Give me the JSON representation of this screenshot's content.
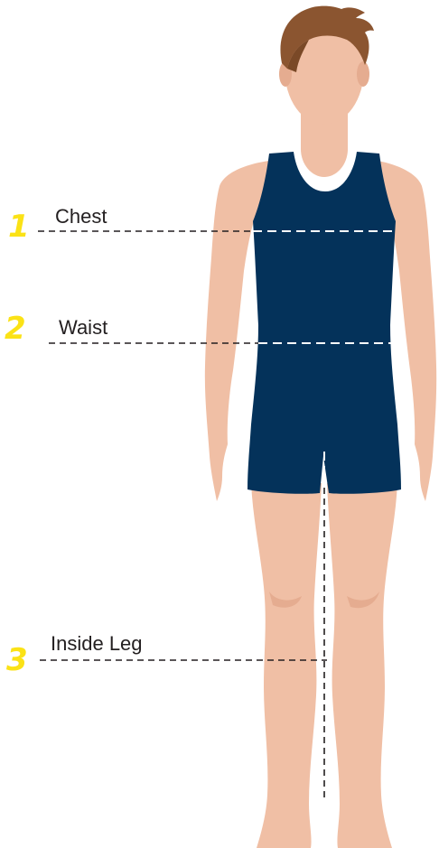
{
  "measurements": [
    {
      "number": "1",
      "label": "Chest"
    },
    {
      "number": "2",
      "label": "Waist"
    },
    {
      "number": "3",
      "label": "Inside Leg"
    }
  ],
  "colors": {
    "skin": "#f0bfa5",
    "skin_shadow": "#e5ac90",
    "hair": "#8b5530",
    "hair_shadow": "#7a4927",
    "bodysuit": "#04325a",
    "number_accent": "#fbe216",
    "guide_line": "#231f20",
    "guide_line_on_suit": "#ffffff",
    "label_text": "#231f20"
  },
  "icons": {
    "figure": "human-figure-icon",
    "hair": "hair-icon",
    "bodysuit": "bodysuit-icon"
  }
}
